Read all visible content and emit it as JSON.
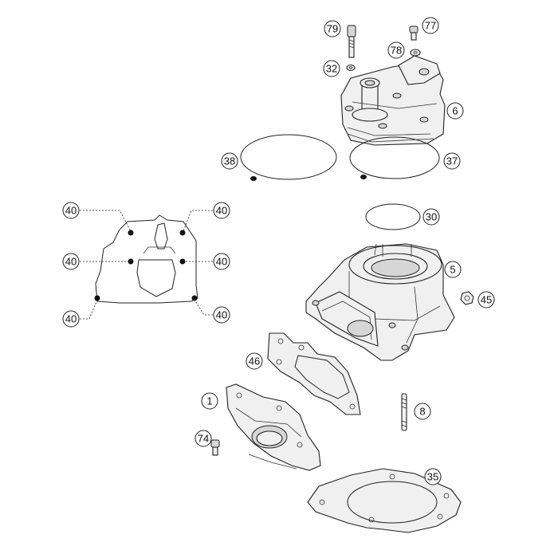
{
  "callouts": [
    {
      "id": "c79",
      "label": "79"
    },
    {
      "id": "c77",
      "label": "77"
    },
    {
      "id": "c78",
      "label": "78"
    },
    {
      "id": "c32",
      "label": "32"
    },
    {
      "id": "c6",
      "label": "6"
    },
    {
      "id": "c38",
      "label": "38"
    },
    {
      "id": "c37",
      "label": "37"
    },
    {
      "id": "c30",
      "label": "30"
    },
    {
      "id": "c5",
      "label": "5"
    },
    {
      "id": "c45",
      "label": "45"
    },
    {
      "id": "c46",
      "label": "46"
    },
    {
      "id": "c1",
      "label": "1"
    },
    {
      "id": "c8",
      "label": "8"
    },
    {
      "id": "c74",
      "label": "74"
    },
    {
      "id": "c35",
      "label": "35"
    },
    {
      "id": "c40a",
      "label": "40"
    },
    {
      "id": "c40b",
      "label": "40"
    },
    {
      "id": "c40c",
      "label": "40"
    },
    {
      "id": "c40d",
      "label": "40"
    },
    {
      "id": "c40e",
      "label": "40"
    },
    {
      "id": "c40f",
      "label": "40"
    }
  ]
}
